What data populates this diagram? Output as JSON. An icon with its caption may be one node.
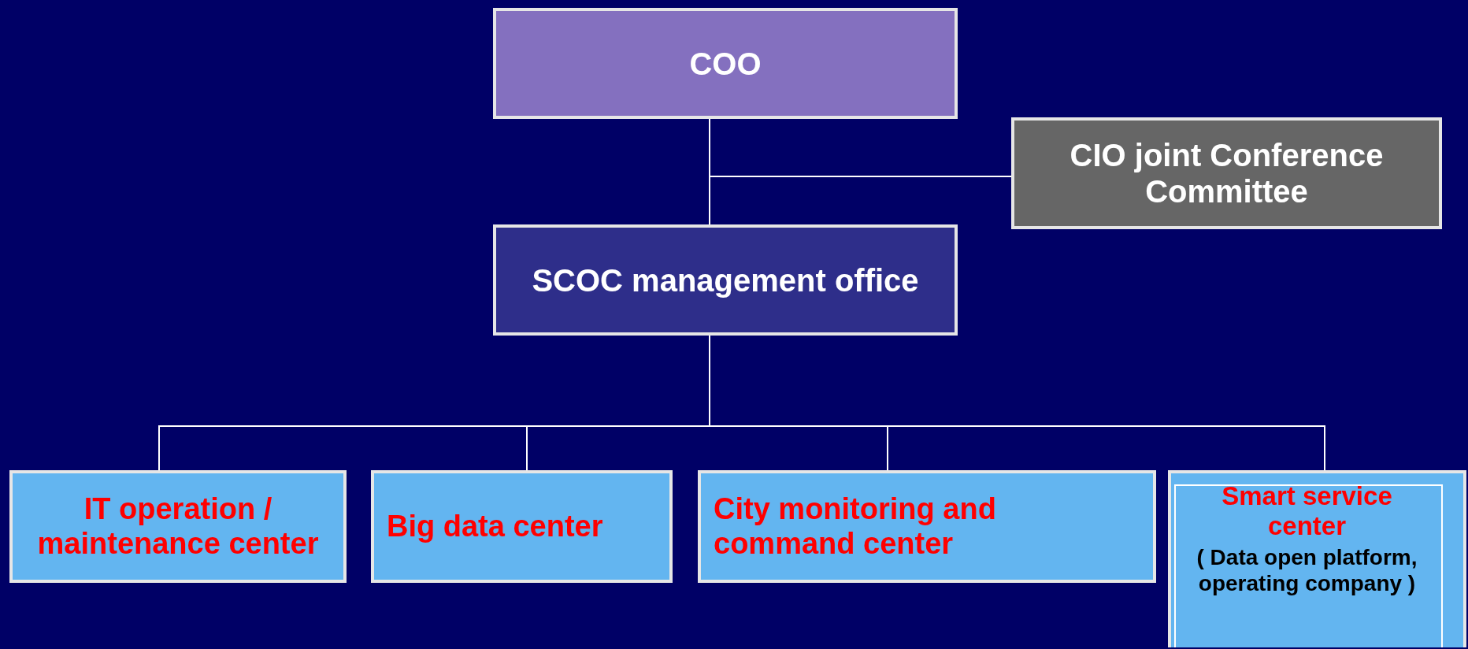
{
  "diagram": {
    "nodes": [
      {
        "text": [
          "COO"
        ]
      },
      {
        "text": [
          "CIO joint Conference Committee"
        ]
      },
      {
        "text": [
          "SCOC management office"
        ]
      },
      {
        "text": [
          "IT operation / maintenance center"
        ]
      },
      {
        "text": [
          "Big data center"
        ]
      },
      {
        "text": [
          "City monitoring and command center"
        ]
      },
      {
        "text": [
          "Smart service center",
          "( Data open platform, operating company )"
        ]
      }
    ],
    "edges": [
      {
        "from": 0,
        "to": 2,
        "arrow": "none"
      },
      {
        "from": 0,
        "to": 1,
        "arrow": "none"
      },
      {
        "from": 2,
        "to": 3,
        "arrow": "none"
      },
      {
        "from": 2,
        "to": 4,
        "arrow": "none"
      },
      {
        "from": 2,
        "to": 5,
        "arrow": "none"
      },
      {
        "from": 2,
        "to": 6,
        "arrow": "none"
      }
    ]
  }
}
